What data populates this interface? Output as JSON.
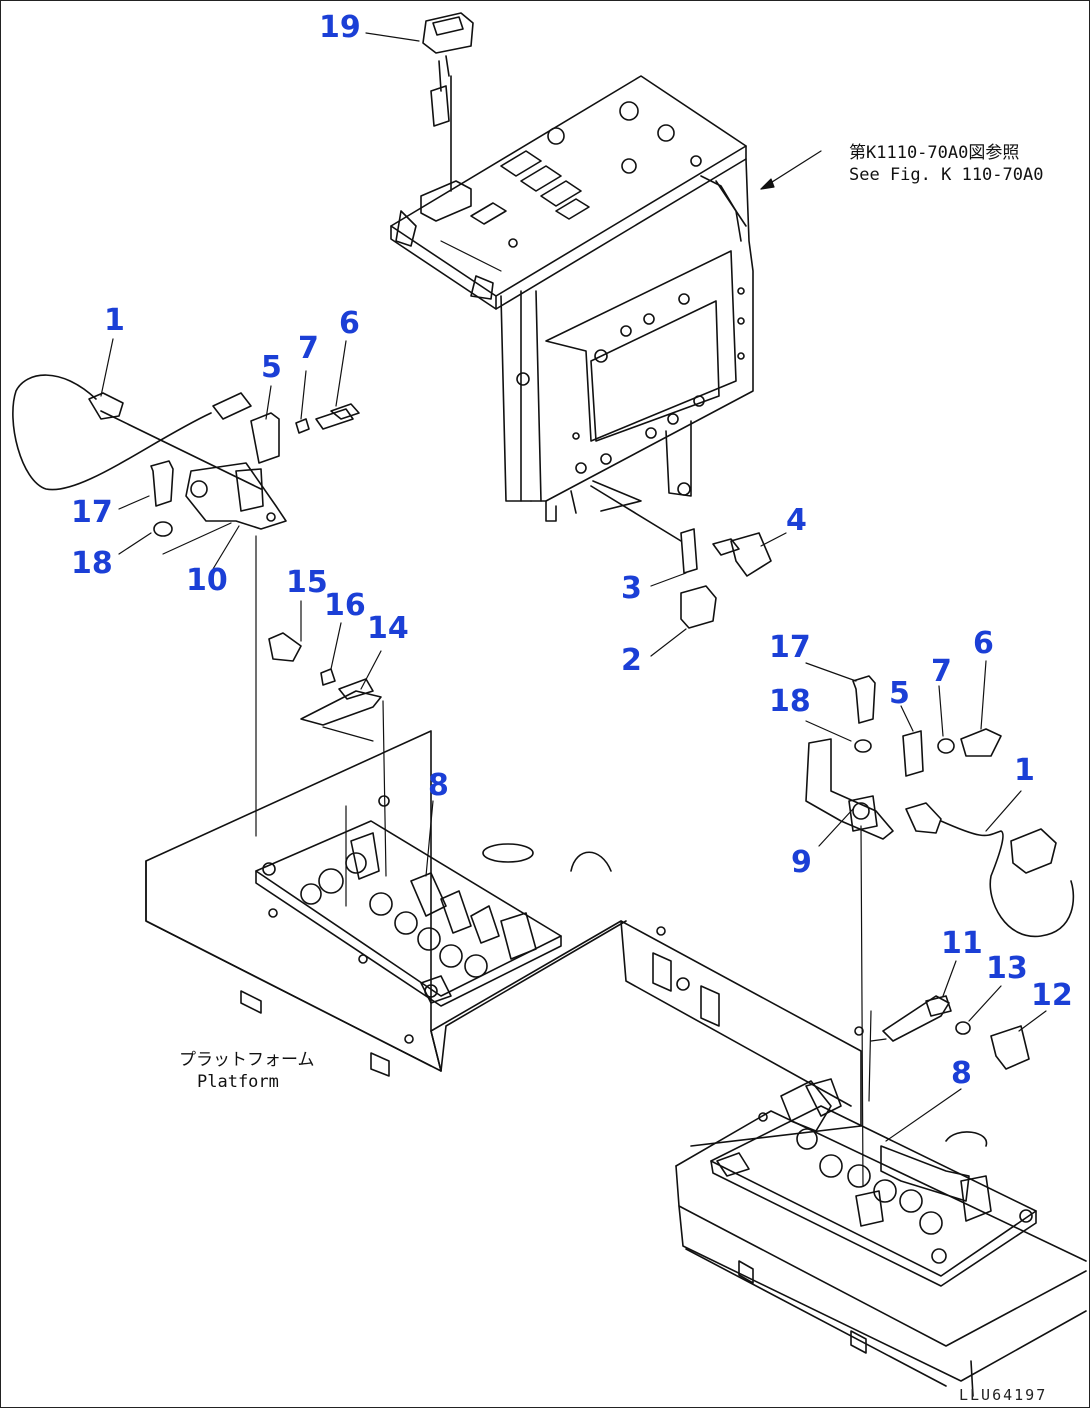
{
  "drawing": {
    "figure_id": "LLU64197",
    "reference_note": {
      "japanese": "第K1110-70A0図参照",
      "english": "See Fig. K 110-70A0"
    },
    "platform_label": {
      "japanese": "プラットフォーム",
      "english": "Platform"
    }
  },
  "callouts": [
    "19",
    "1",
    "5",
    "7",
    "6",
    "17",
    "18",
    "10",
    "15",
    "16",
    "14",
    "8",
    "4",
    "3",
    "2",
    "17",
    "18",
    "5",
    "7",
    "6",
    "1",
    "9",
    "11",
    "13",
    "12",
    "8"
  ],
  "colors": {
    "callout": "#1b3fd6",
    "line": "#111111",
    "background": "#ffffff"
  }
}
